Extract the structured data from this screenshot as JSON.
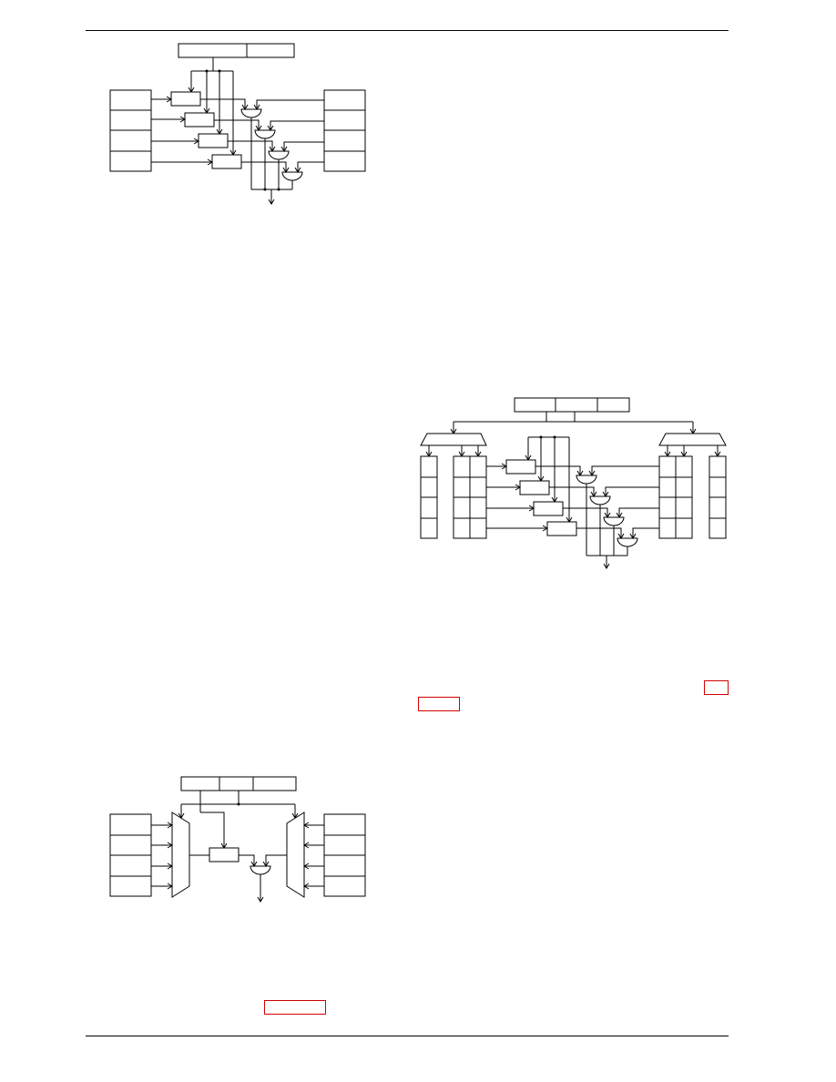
{
  "page": {
    "background": "#ffffff",
    "text_color": "#000000",
    "reference_link_color": "#d00000"
  },
  "figures": [
    {
      "id": "figure-1",
      "description_visible": false,
      "cache_ways": 4,
      "tag_fields": 2,
      "comparators": 4
    },
    {
      "id": "figure-2",
      "description_visible": false,
      "cache_ways": 4,
      "tag_fields": 3,
      "comparators": 4,
      "selection_muxes": 2
    },
    {
      "id": "figure-3",
      "description_visible": false,
      "cache_ways": 4,
      "tag_fields": 3,
      "comparators": 1,
      "selection_muxes": 2
    }
  ],
  "references": [
    {
      "id": "ref-box-1"
    },
    {
      "id": "ref-box-2"
    },
    {
      "id": "ref-box-3"
    }
  ]
}
